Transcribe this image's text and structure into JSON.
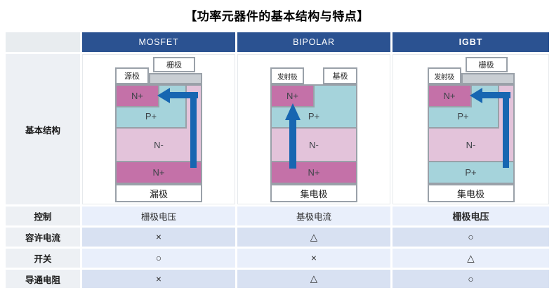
{
  "title": "【功率元器件的基本结构与特点】",
  "header": {
    "columns": [
      "MOSFET",
      "BIPOLAR",
      "IGBT"
    ]
  },
  "row_labels": {
    "structure": "基本结构",
    "control": "控制",
    "current": "容许电流",
    "switching": "开关",
    "resistance": "导通电阻"
  },
  "values": {
    "control": [
      "栅极电压",
      "基极电流",
      "栅极电压"
    ],
    "current": [
      "×",
      "△",
      "○"
    ],
    "switching": [
      "○",
      "×",
      "△"
    ],
    "resistance": [
      "×",
      "△",
      "○"
    ]
  },
  "diagrams": {
    "mosfet": {
      "gate": "栅极",
      "source": "源极",
      "n_plus_top": "N+",
      "p_plus": "P+",
      "n_minus": "N-",
      "n_plus_bottom": "N+",
      "electrode": "漏极"
    },
    "bipolar": {
      "emitter": "发射极",
      "base": "基极",
      "n_plus_top": "N+",
      "p_plus": "P+",
      "n_minus": "N-",
      "n_plus_bottom": "N+",
      "electrode": "集电极"
    },
    "igbt": {
      "gate": "栅极",
      "emitter": "发射极",
      "n_plus_top": "N+",
      "p_plus": "P+",
      "n_minus": "N-",
      "p_plus_bottom": "P+",
      "electrode": "集电极"
    }
  },
  "colors": {
    "header_navy": "#2b5291",
    "n_plus_magenta": "#c471a8",
    "p_plus_teal": "#a5d3db",
    "n_minus_pink": "#e3c3da",
    "gate_gray": "#c9ced3",
    "arrow_blue": "#1766b1",
    "row_light": "#e9effb",
    "row_dark": "#d8e1f2",
    "label_gray": "#edf0f4"
  }
}
